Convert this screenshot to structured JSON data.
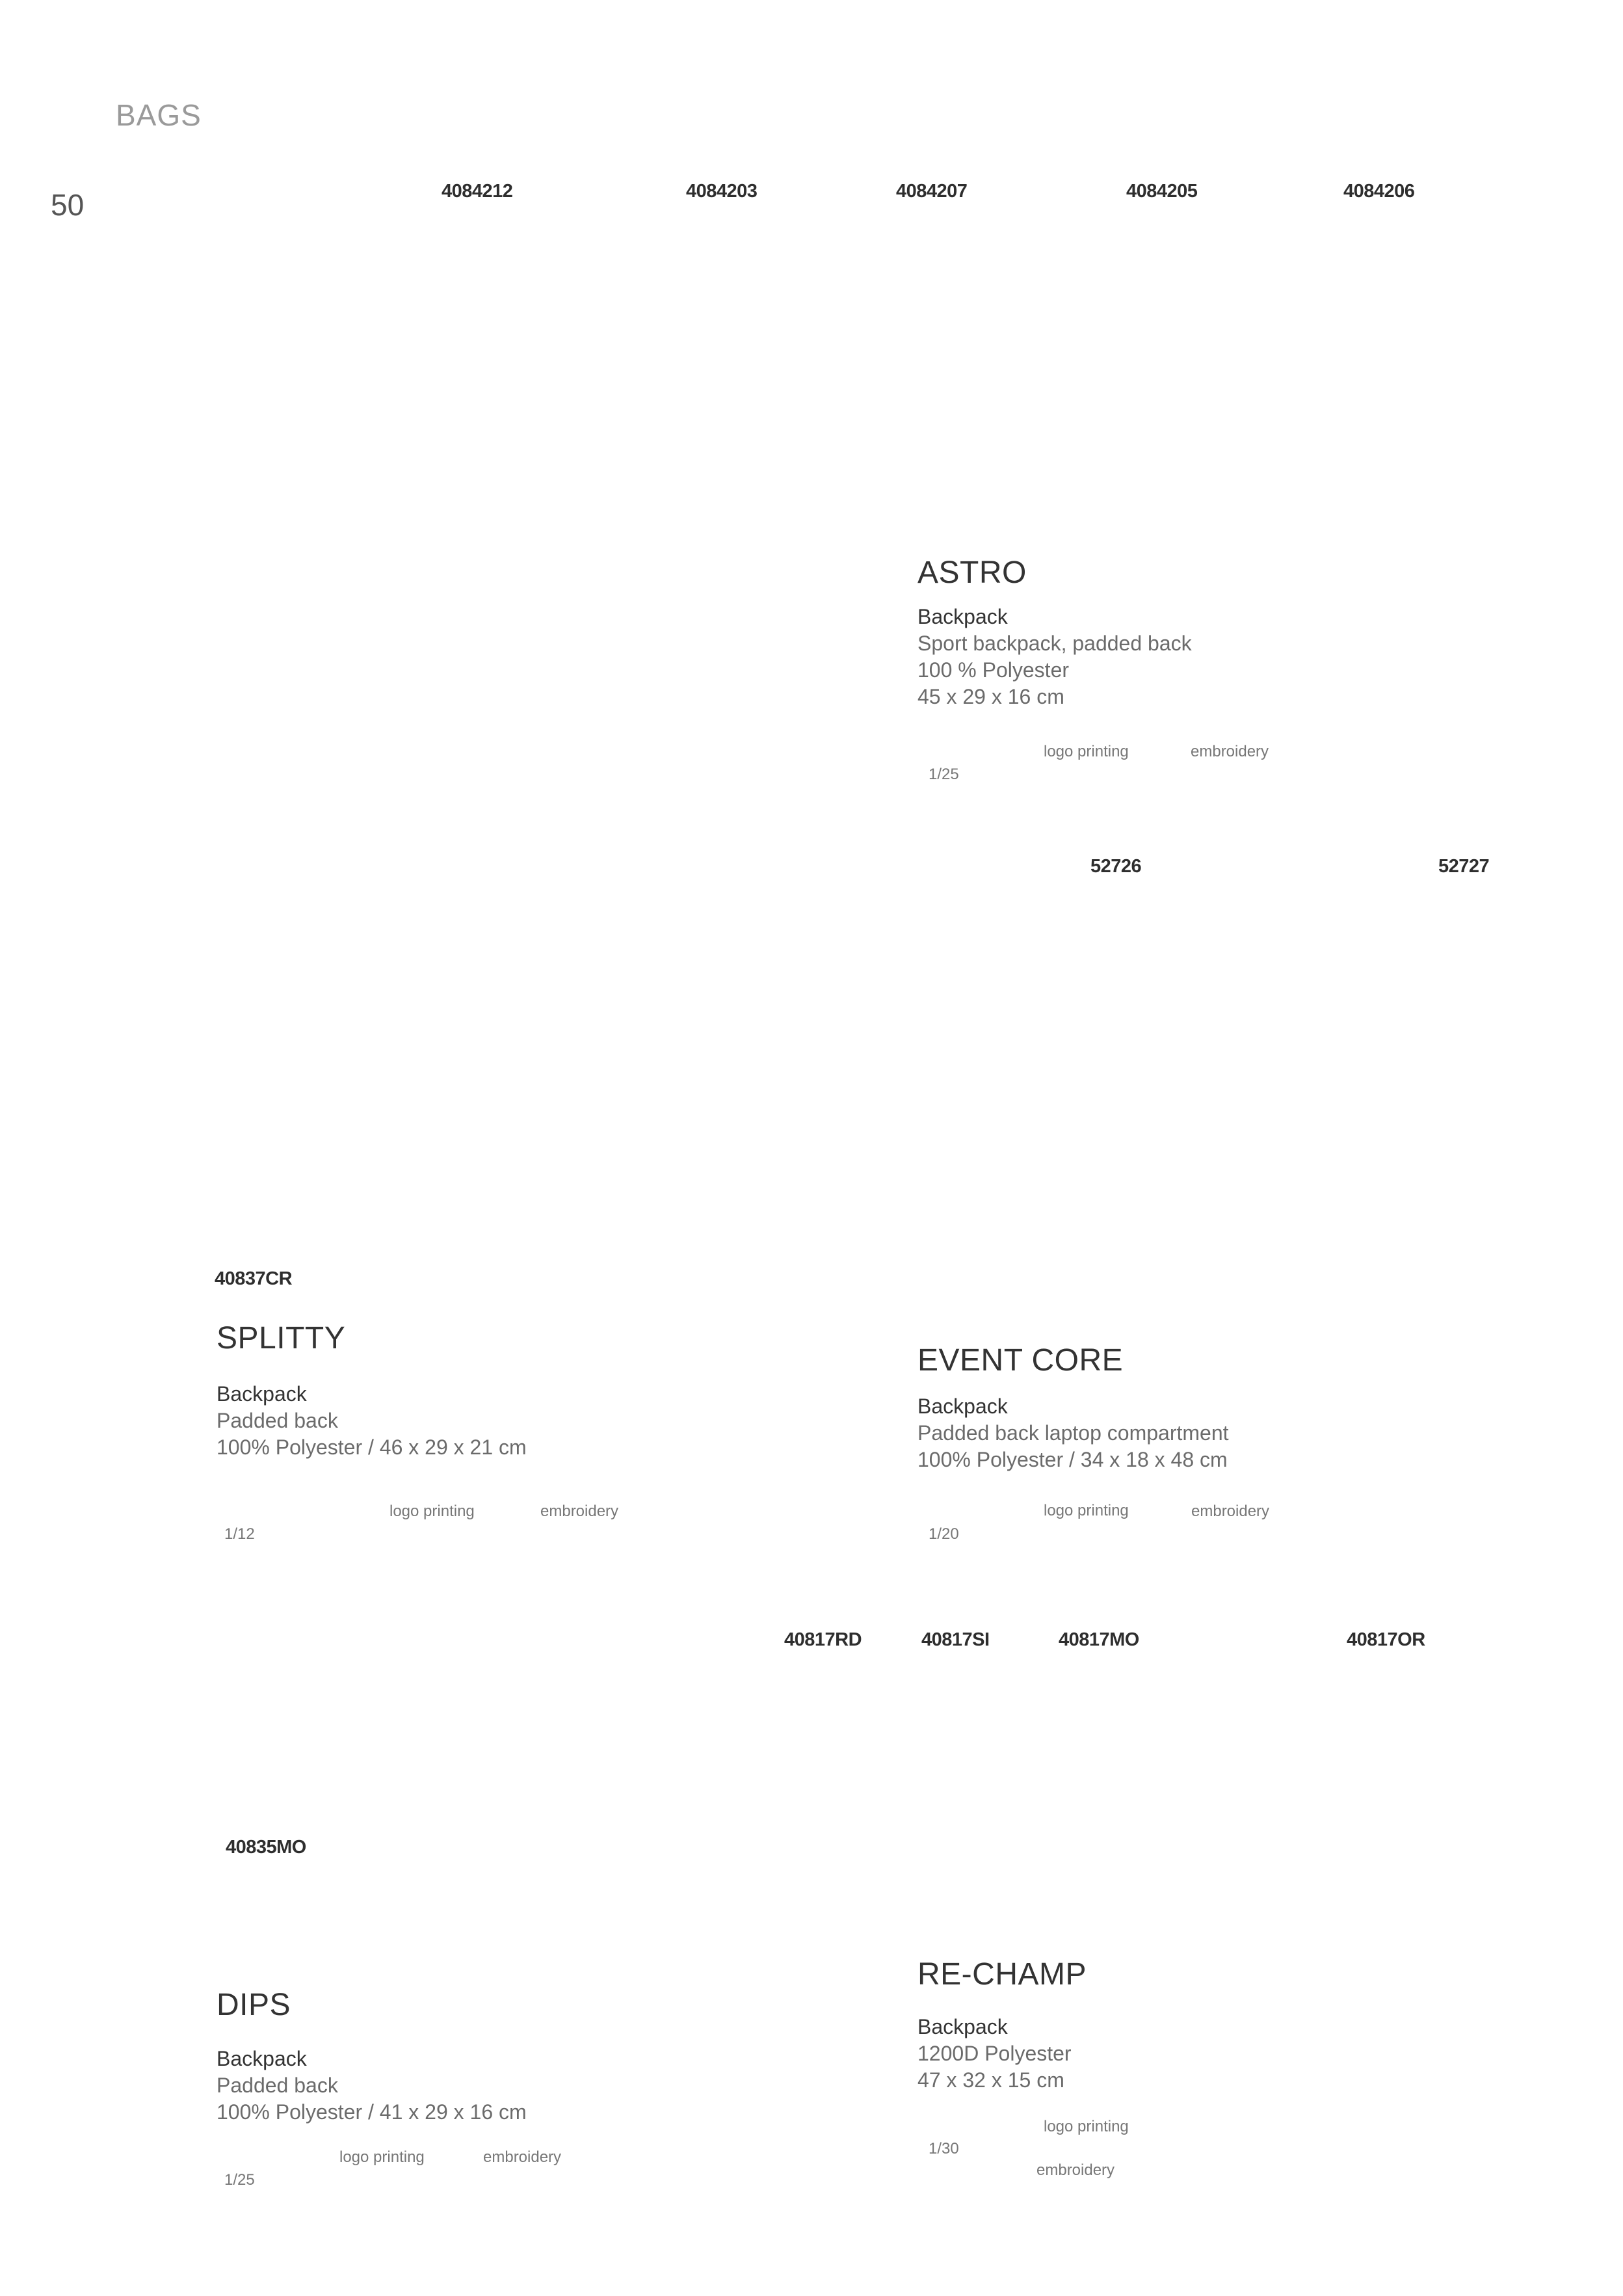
{
  "header": {
    "section_title": "BAGS",
    "page_number": "50"
  },
  "astro": {
    "codes": [
      "4084212",
      "4084203",
      "4084207",
      "4084205",
      "4084206"
    ],
    "name": "ASTRO",
    "type": "Backpack",
    "lines": [
      "Sport backpack, padded back",
      "100 % Polyester",
      "45 x 29 x 16 cm"
    ],
    "pack": "1/25",
    "logo_printing": "logo printing",
    "embroidery": "embroidery"
  },
  "event_core": {
    "codes": [
      "52726",
      "52727"
    ],
    "name": "EVENT CORE",
    "type": "Backpack",
    "lines": [
      "Padded back laptop compartment",
      "100% Polyester   /   34 x 18 x 48 cm"
    ],
    "pack": "1/20",
    "logo_printing": "logo printing",
    "embroidery": "embroidery"
  },
  "splitty": {
    "codes": [
      "40837CR"
    ],
    "name": "SPLITTY",
    "type": "Backpack",
    "lines": [
      "Padded  back",
      "100% Polyester   /   46 x 29 x 21 cm"
    ],
    "pack": "1/12",
    "logo_printing": "logo printing",
    "embroidery": "embroidery"
  },
  "re_champ": {
    "codes": [
      "40817RD",
      "40817SI",
      "40817MO",
      "40817OR"
    ],
    "name": "RE-CHAMP",
    "type": "Backpack",
    "lines": [
      "1200D Polyester",
      "47 x 32 x 15 cm"
    ],
    "pack": "1/30",
    "logo_printing": "logo printing",
    "embroidery": "embroidery"
  },
  "dips": {
    "codes": [
      "40835MO"
    ],
    "name": "DIPS",
    "type": "Backpack",
    "lines": [
      "Padded  back",
      "100% Polyester   /   41 x 29 x 16 cm"
    ],
    "pack": "1/25",
    "logo_printing": "logo printing",
    "embroidery": "embroidery"
  }
}
